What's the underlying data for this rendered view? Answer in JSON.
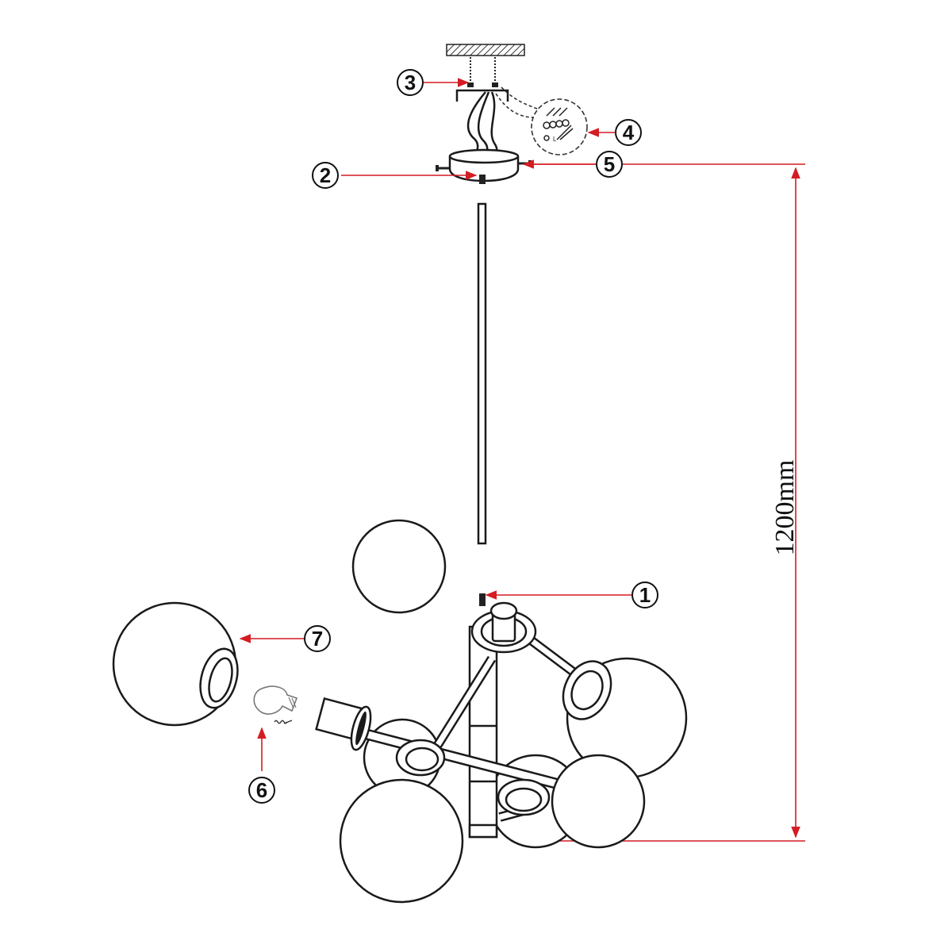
{
  "diagram": {
    "dimension_label": "1200mm",
    "callouts": [
      {
        "id": "1",
        "label": "1"
      },
      {
        "id": "2",
        "label": "2"
      },
      {
        "id": "3",
        "label": "3"
      },
      {
        "id": "4",
        "label": "4"
      },
      {
        "id": "5",
        "label": "5"
      },
      {
        "id": "6",
        "label": "6"
      },
      {
        "id": "7",
        "label": "7"
      }
    ],
    "terminal_labels": [
      "L"
    ],
    "colors": {
      "leader": "#d41c23",
      "ink": "#1a1a1a",
      "background": "#ffffff"
    }
  }
}
